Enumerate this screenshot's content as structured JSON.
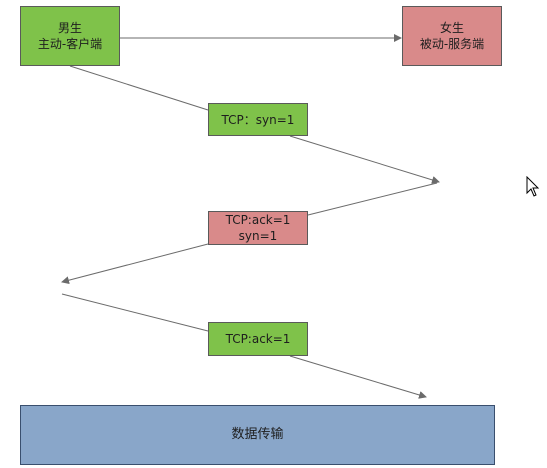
{
  "client": {
    "title": "男生",
    "subtitle": "主动-客户端"
  },
  "server": {
    "title": "女生",
    "subtitle": "被动-服务端"
  },
  "messages": {
    "syn": "TCP：syn=1",
    "synack_line1": "TCP:ack=1",
    "synack_line2": "syn=1",
    "ack": "TCP:ack=1"
  },
  "data_transfer": "数据传输",
  "icons": {
    "cursor": "mouse-pointer-icon"
  },
  "colors": {
    "green": "#7fc24a",
    "pink": "#d98a8a",
    "blue": "#89a6c9",
    "line": "#6b6b6b"
  }
}
